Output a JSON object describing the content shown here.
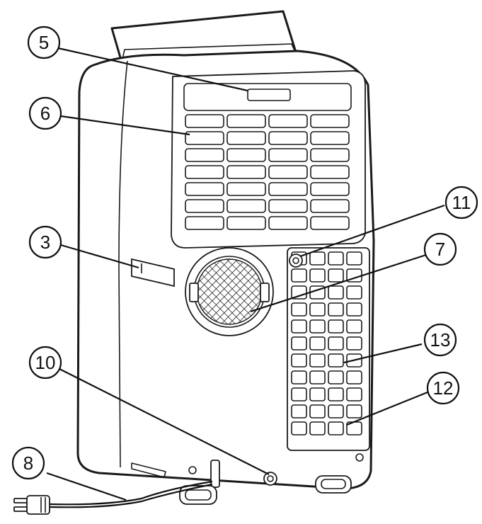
{
  "callouts": [
    {
      "id": "c5",
      "label": "5"
    },
    {
      "id": "c6",
      "label": "6"
    },
    {
      "id": "c3",
      "label": "3"
    },
    {
      "id": "c11",
      "label": "11"
    },
    {
      "id": "c7",
      "label": "7"
    },
    {
      "id": "c10",
      "label": "10"
    },
    {
      "id": "c13",
      "label": "13"
    },
    {
      "id": "c12",
      "label": "12"
    },
    {
      "id": "c8",
      "label": "8"
    }
  ],
  "icons": {
    "unit": "portable-air-conditioner-rear-view",
    "plug": "power-plug-icon"
  },
  "colors": {
    "line": "#1a1a1a",
    "background": "#ffffff"
  }
}
